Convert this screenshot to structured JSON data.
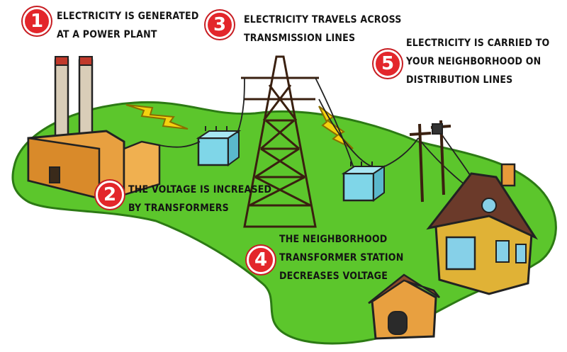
{
  "steps": [
    {
      "number": "1",
      "lines": [
        "ELECTRICITY IS GENERATED",
        "AT A POWER PLANT"
      ]
    },
    {
      "number": "2",
      "lines": [
        "THE VOLTAGE IS INCREASED",
        "BY TRANSFORMERS"
      ]
    },
    {
      "number": "3",
      "lines": [
        "ELECTRICITY TRAVELS ACROSS",
        "TRANSMISSION LINES"
      ]
    },
    {
      "number": "4",
      "lines": [
        "THE NEIGHBORHOOD",
        "TRANSFORMER STATION",
        "DECREASES VOLTAGE"
      ]
    },
    {
      "number": "5",
      "lines": [
        "ELECTRICITY IS CARRIED TO",
        "YOUR NEIGHBORHOOD ON",
        "DISTRIBUTION LINES"
      ]
    }
  ],
  "colors": {
    "ground": "#5cc62c",
    "badge": "#e3262b",
    "bolt": "#f5d20f",
    "transformer": "#7fd6e8",
    "factory": "#e8a040",
    "house": "#e0b236"
  },
  "icons": [
    "power-plant-icon",
    "lightning-bolt-icon",
    "transformer-icon",
    "transmission-tower-icon",
    "utility-pole-icon",
    "house-icon",
    "doghouse-icon"
  ]
}
